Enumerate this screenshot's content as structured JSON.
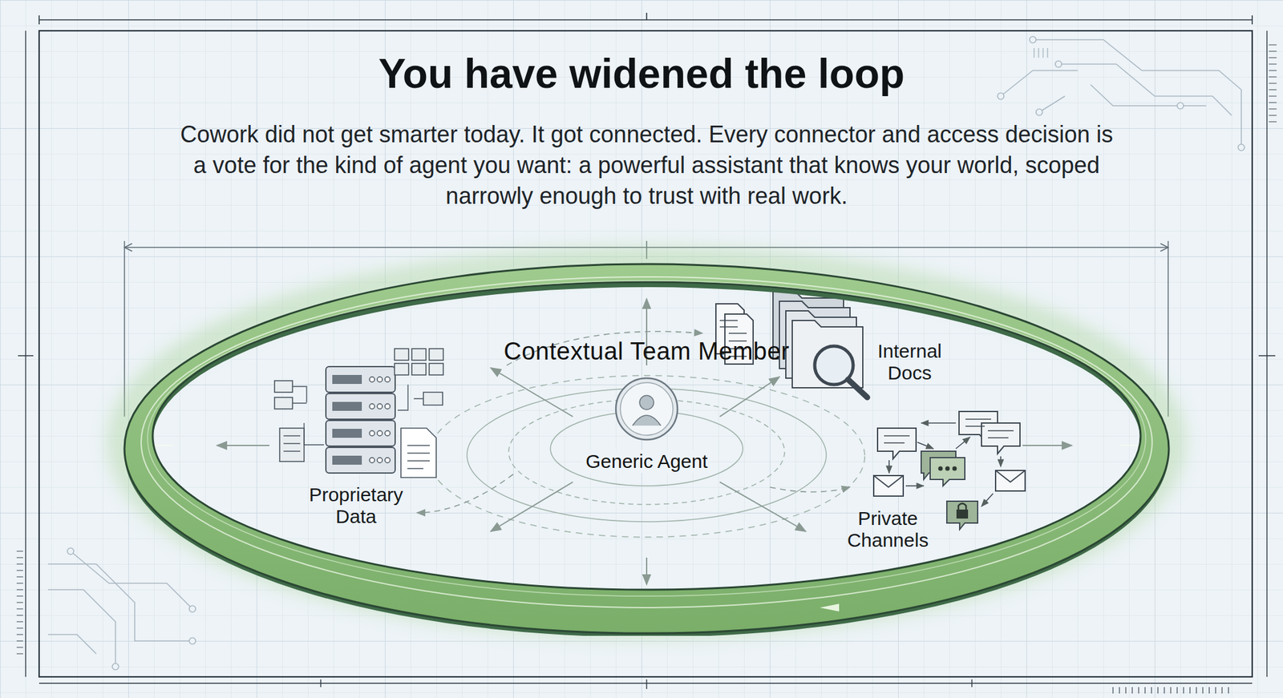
{
  "diagram": {
    "title": "You have widened the loop",
    "caption": "Cowork did not get smarter today. It got connected. Every connector and access decision is a vote for the kind of agent you want: a powerful assistant that knows your world, scoped narrowly enough to trust with real work.",
    "nodes": [
      {
        "text": [
          "Contextual Team Member"
        ]
      },
      {
        "text": [
          "Generic Agent"
        ],
        "in": 0
      }
    ],
    "labels": [
      "Proprietary Data",
      "Internal Docs",
      "Private Channels"
    ]
  }
}
